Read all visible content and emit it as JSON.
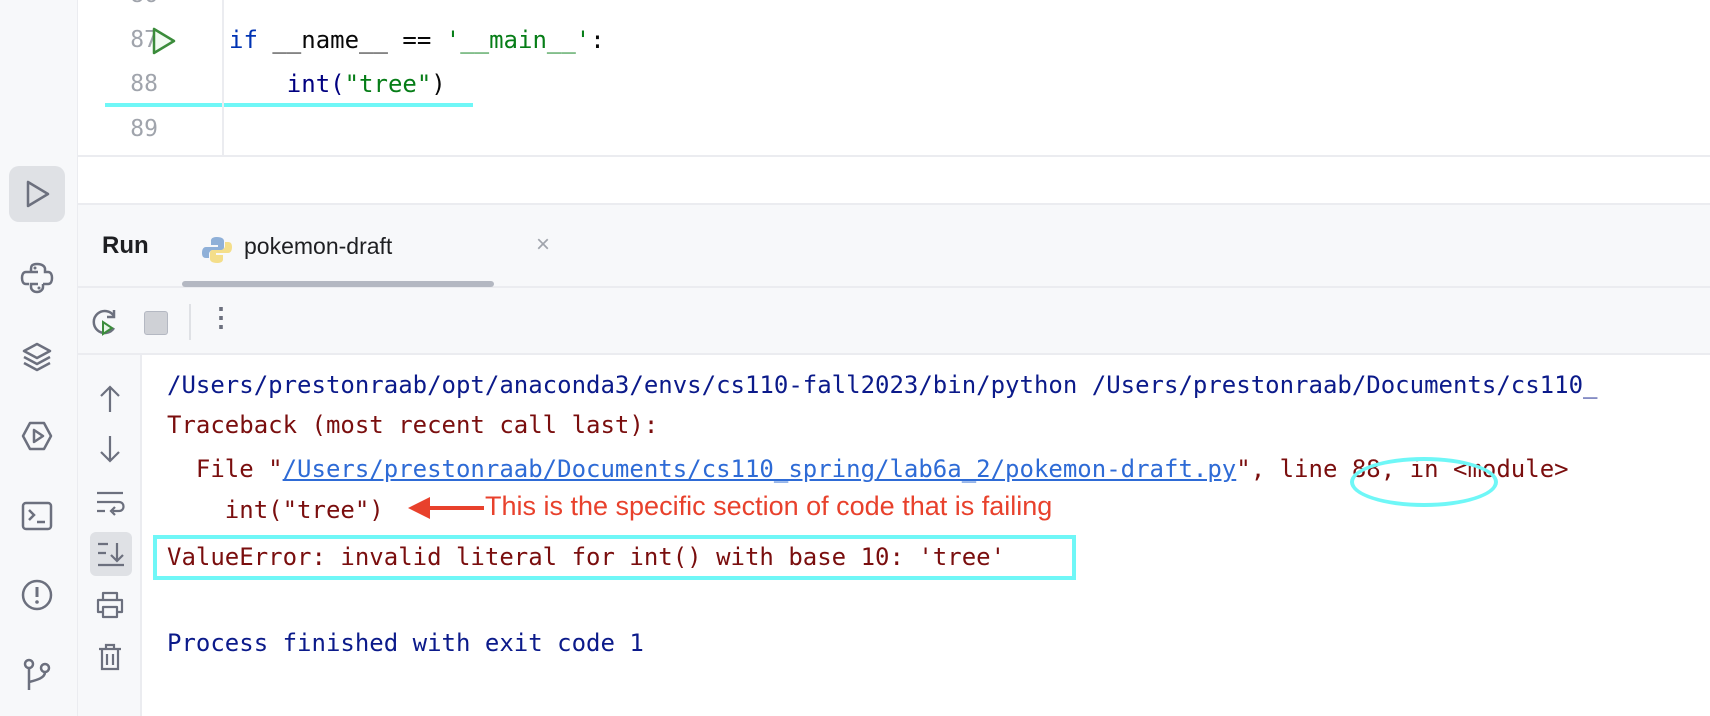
{
  "editor": {
    "lines": [
      {
        "number": "87",
        "tokens": {
          "kw": "if",
          "name": " __name__ == ",
          "str": "'__main__'",
          "tail": ":"
        }
      },
      {
        "number": "88",
        "tokens": {
          "indent": "    ",
          "fn": "int(",
          "str": "\"tree\"",
          "tail": ")"
        }
      },
      {
        "number": "89"
      }
    ]
  },
  "run_panel": {
    "title": "Run",
    "tab_label": "pokemon-draft"
  },
  "console": {
    "command": "/Users/prestonraab/opt/anaconda3/envs/cs110-fall2023/bin/python /Users/prestonraab/Documents/cs110_",
    "traceback_header": "Traceback (most recent call last):",
    "file_prefix": "  File \"",
    "file_link": "/Users/prestonraab/Documents/cs110_spring/lab6a_2/pokemon-draft.py",
    "file_mid": "\", ",
    "file_line": "line 88,",
    "file_suffix": " in <module>",
    "code_line": "    int(\"tree\")",
    "error": "ValueError: invalid literal for int() with base 10: 'tree'",
    "exit": "Process finished with exit code 1"
  },
  "annotation": {
    "text": "This is the specific section of code that is failing",
    "color": "#e8412c",
    "highlight_color": "#6ff7f7"
  }
}
